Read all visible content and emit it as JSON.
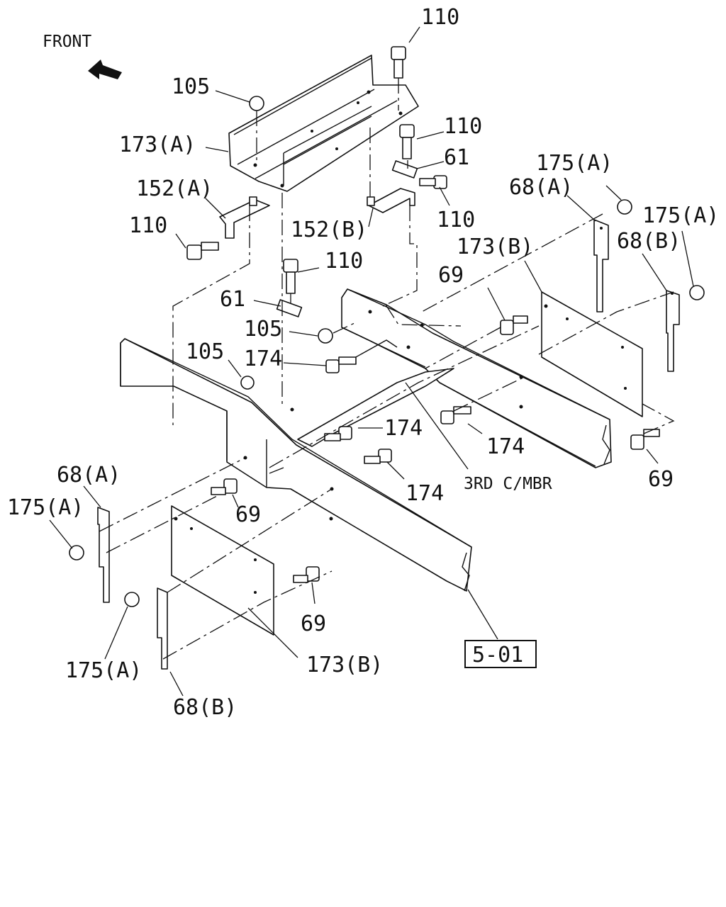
{
  "direction": {
    "label": "FRONT",
    "icon": "front-arrow-icon"
  },
  "reference": {
    "label": "5-01"
  },
  "member": {
    "label": "3RD C/MBR"
  },
  "callouts": {
    "p110_top": "110",
    "p105_top": "105",
    "p173a": "173(A)",
    "p110_mid": "110",
    "p61_top": "61",
    "p152a": "152(A)",
    "p110_left": "110",
    "p152b": "152(B)",
    "p110_right": "110",
    "p110_center": "110",
    "p61_center": "61",
    "p175a_r1": "175(A)",
    "p68a_r": "68(A)",
    "p175a_r2": "175(A)",
    "p68b_r": "68(B)",
    "p173b_r": "173(B)",
    "p69_r1": "69",
    "p105_a": "105",
    "p105_b": "105",
    "p174_a": "174",
    "p174_b": "174",
    "p174_c": "174",
    "p174_d": "174",
    "p69_r2": "69",
    "p68a_l": "68(A)",
    "p175a_l1": "175(A)",
    "p69_l1": "69",
    "p69_l2": "69",
    "p175a_l2": "175(A)",
    "p173b_l": "173(B)",
    "p68b_l": "68(B)"
  }
}
